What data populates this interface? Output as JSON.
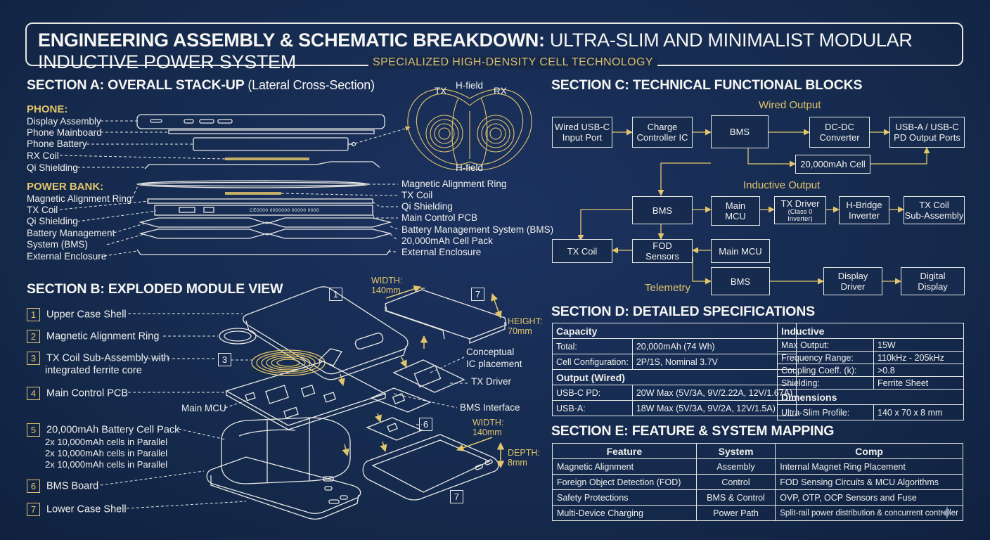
{
  "header": {
    "title_bold": "ENGINEERING ASSEMBLY & SCHEMATIC BREAKDOWN:",
    "title_rest": " ULTRA-SLIM AND MINIMALIST MODULAR INDUCTIVE POWER SYSTEM",
    "subtitle": "SPECIALIZED HIGH-DENSITY CELL TECHNOLOGY"
  },
  "section_a": {
    "title": "SECTION A: OVERALL STACK-UP",
    "title_note": "(Lateral Cross-Section)",
    "phone_heading": "PHONE:",
    "phone_items": [
      "Display Assembly",
      "Phone Mainboard",
      "Phone Battery",
      "RX Coil",
      "Qi Shielding"
    ],
    "power_bank_heading": "POWER BANK:",
    "power_bank_items": [
      "Magnetic Alignment Ring",
      "TX Coil",
      "Qi Shielding",
      "Battery Management",
      "System (BMS)",
      "External Enclosure"
    ],
    "right_labels": [
      "Magnetic Alignment Ring",
      "TX Coil",
      "Qi Shielding",
      "Main Control PCB",
      "Battery Management System (BMS)",
      "20,000mAh Cell Pack",
      "External Enclosure"
    ],
    "field": {
      "tx": "TX",
      "rx": "RX",
      "top": "H-field",
      "bottom": "H-field"
    }
  },
  "section_b": {
    "title": "SECTION B: EXPLODED MODULE VIEW",
    "items": [
      {
        "num": "1",
        "lines": [
          "Upper Case Shell"
        ]
      },
      {
        "num": "2",
        "lines": [
          "Magnetic Alignment Ring"
        ]
      },
      {
        "num": "3",
        "lines": [
          "TX Coil Sub-Assembly with",
          "integrated ferrite core"
        ]
      },
      {
        "num": "4",
        "lines": [
          "Main Control PCB"
        ]
      },
      {
        "num": "5",
        "lines": [
          "20,000mAh Battery Cell Pack",
          "2x 10,000mAh cells in Parallel",
          "2x 10,000mAh cells in Parallel",
          "2x 10,000mAh cells in Parallel"
        ]
      },
      {
        "num": "6",
        "lines": [
          "BMS Board"
        ]
      },
      {
        "num": "7",
        "lines": [
          "Lower Case Shell"
        ]
      }
    ],
    "callouts": {
      "main_mcu": "Main MCU",
      "conceptual": "Conceptual",
      "ic_placement": "IC placement",
      "tx_driver": "TX Driver",
      "bms_interface": "BMS Interface"
    },
    "dimensions": {
      "width_label": "WIDTH:",
      "width_value": "140mm",
      "height_label": "HEIGHT:",
      "height_value": "70mm",
      "width2_label": "WIDTH:",
      "width2_value": "140mm",
      "depth_label": "DEPTH:",
      "depth_value": "8mm"
    },
    "markers": {
      "m1": "1",
      "m3": "3",
      "m6": "6",
      "m7a": "7",
      "m7b": "7"
    },
    "pcb_text": "CE0000  0000000  00000  0000"
  },
  "section_c": {
    "title": "SECTION C: TECHNICAL FUNCTIONAL BLOCKS",
    "wired_heading": "Wired Output",
    "inductive_heading": "Inductive Output",
    "telemetry": "Telemetry",
    "blocks": {
      "usb_in": [
        "Wired USB-C",
        "Input Port"
      ],
      "charge_ic": [
        "Charge",
        "Controller IC"
      ],
      "bms1": "BMS",
      "dcdc": [
        "DC-DC",
        "Converter"
      ],
      "usb_out": [
        "USB-A / USB-C",
        "PD Output Ports"
      ],
      "cell": "20,000mAh Cell",
      "bms2": "BMS",
      "mcu1": [
        "Main",
        "MCU"
      ],
      "txdrv": "TX Driver",
      "txdrv_note": [
        "(Class 0",
        "Inverter)"
      ],
      "hbridge": [
        "H-Bridge",
        "Inverter"
      ],
      "txcoil_sub": [
        "TX Coil",
        "Sub-Assembly"
      ],
      "txcoil": "TX Coil",
      "fod": [
        "FOD",
        "Sensors"
      ],
      "mcu2": "Main MCU",
      "bms3": "BMS",
      "disp_drv": [
        "Display",
        "Driver"
      ],
      "digital_disp": [
        "Digital",
        "Display"
      ]
    }
  },
  "section_d": {
    "title": "SECTION D: DETAILED SPECIFICATIONS",
    "capacity": {
      "heading": "Capacity",
      "rows": [
        [
          "Total:",
          "20,000mAh (74 Wh)"
        ],
        [
          "Cell Configuration:",
          "2P/1S, Nominal 3.7V"
        ]
      ]
    },
    "output": {
      "heading": "Output (Wired)",
      "rows": [
        [
          "USB-C PD:",
          "20W Max (5V/3A, 9V/2.22A, 12V/1.67A)"
        ],
        [
          "USB-A:",
          "18W Max (5V/3A, 9V/2A, 12V/1.5A)"
        ]
      ]
    },
    "inductive": {
      "heading": "Inductive",
      "rows": [
        [
          "Max Output:",
          "15W"
        ],
        [
          "Frequency Range:",
          "110kHz - 205kHz"
        ],
        [
          "Coupling Coeff. (k):",
          ">0.8"
        ],
        [
          "Shielding:",
          "Ferrite Sheet"
        ]
      ]
    },
    "dimensions": {
      "heading": "Dimensions",
      "rows": [
        [
          "Ultra-Slim Profile:",
          "140 x 70 x 8 mm"
        ]
      ]
    }
  },
  "section_e": {
    "title": "SECTION E: FEATURE & SYSTEM MAPPING",
    "headers": [
      "Feature",
      "System",
      "Comp"
    ],
    "rows": [
      [
        "Magnetic Alignment",
        "Assembly",
        "Internal Magnet Ring Placement"
      ],
      [
        "Foreign Object Detection (FOD)",
        "Control",
        "FOD Sensing Circuits & MCU Algorithms"
      ],
      [
        "Safety Protections",
        "BMS & Control",
        "OVP, OTP, OCP Sensors and Fuse"
      ],
      [
        "Multi-Device Charging",
        "Power Path",
        "Split-rail power distribution & concurrent controller"
      ]
    ]
  },
  "colors": {
    "background": "#15284a",
    "accent": "#e3c66b",
    "line": "#e8e8e4"
  }
}
